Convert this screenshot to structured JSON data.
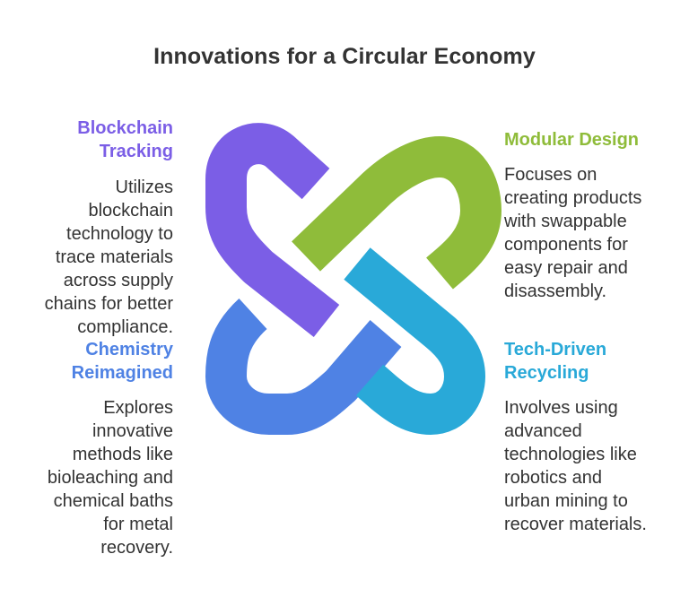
{
  "title": "Innovations for a Circular Economy",
  "colors": {
    "purple": "#7b5ee6",
    "green": "#8fbc3a",
    "blue": "#4f82e4",
    "cyan": "#29a9d8"
  },
  "sections": {
    "blockchain": {
      "title_lines": [
        "Blockchain",
        "Tracking"
      ],
      "desc_lines": [
        "Utilizes",
        "blockchain",
        "technology to",
        "trace materials",
        "across supply",
        "chains for better",
        "compliance."
      ]
    },
    "modular": {
      "title_lines": [
        "Modular Design"
      ],
      "desc_lines": [
        "Focuses on",
        "creating products",
        "with swappable",
        "components for",
        "easy repair and",
        "disassembly."
      ]
    },
    "chemistry": {
      "title_lines": [
        "Chemistry",
        "Reimagined"
      ],
      "desc_lines": [
        "Explores",
        "innovative",
        "methods like",
        "bioleaching and",
        "chemical baths",
        "for metal",
        "recovery."
      ]
    },
    "tech": {
      "title_lines": [
        "Tech-Driven",
        "Recycling"
      ],
      "desc_lines": [
        "Involves using",
        "advanced",
        "technologies like",
        "robotics and",
        "urban mining to",
        "recover materials."
      ]
    }
  }
}
